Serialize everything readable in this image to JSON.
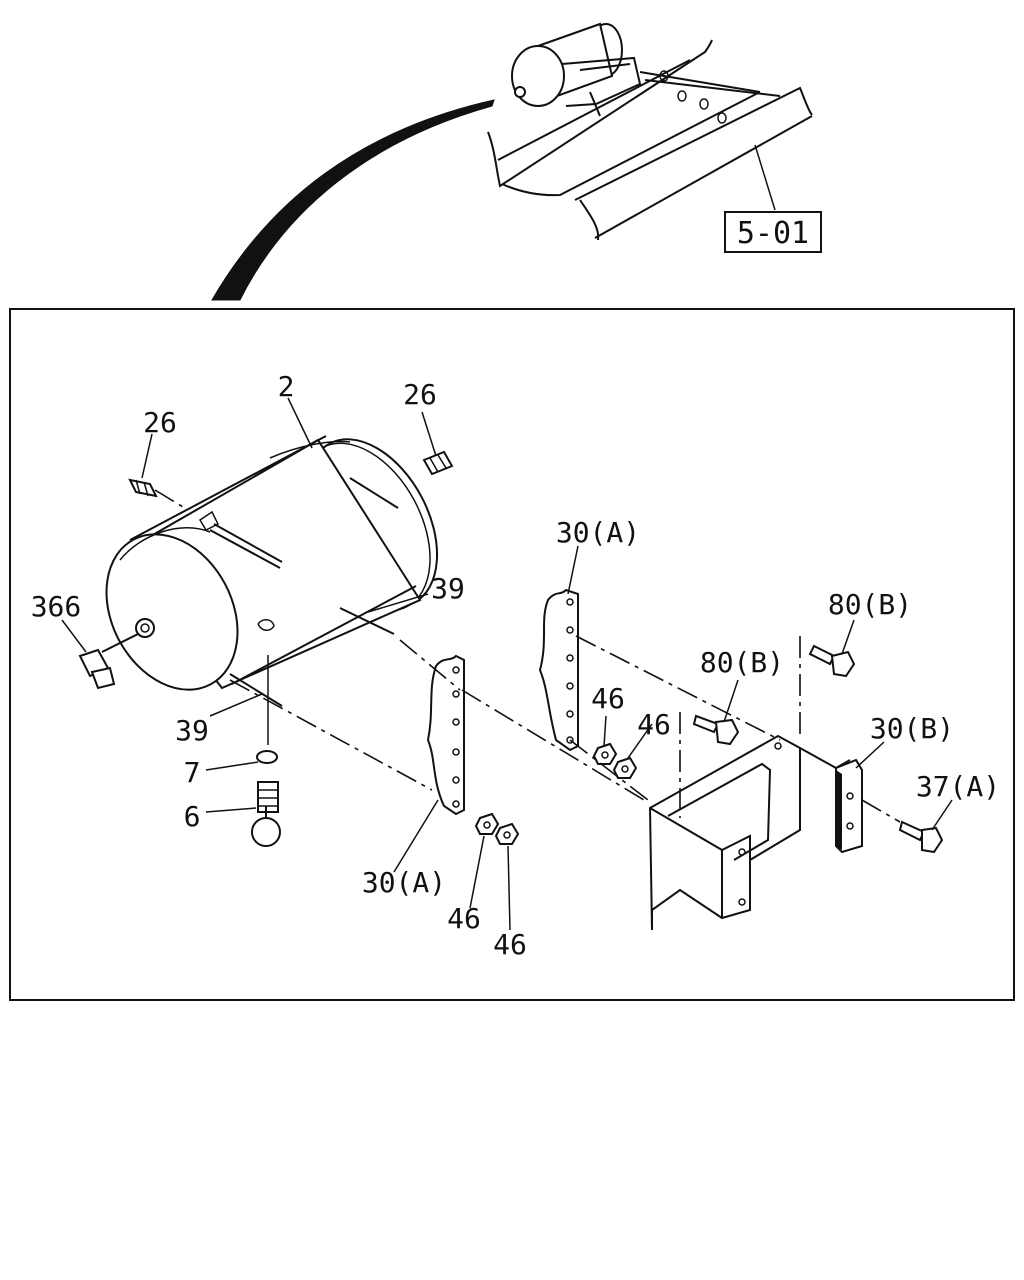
{
  "reference": {
    "label": "5-01"
  },
  "callouts": {
    "tank": "2",
    "plug_left": "26",
    "plug_right": "26",
    "fitting": "366",
    "stud_upper": "39",
    "stud_lower": "39",
    "washer": "7",
    "drain_valve": "6",
    "bracket_front": "30(A)",
    "bracket_rear": "30(A)",
    "bracket_b": "30(B)",
    "bolt_80b_upper": "80(B)",
    "bolt_80b_lower": "80(B)",
    "bolt_37a": "37(A)",
    "nut_rear_1": "46",
    "nut_rear_2": "46",
    "nut_front_1": "46",
    "nut_front_2": "46"
  }
}
